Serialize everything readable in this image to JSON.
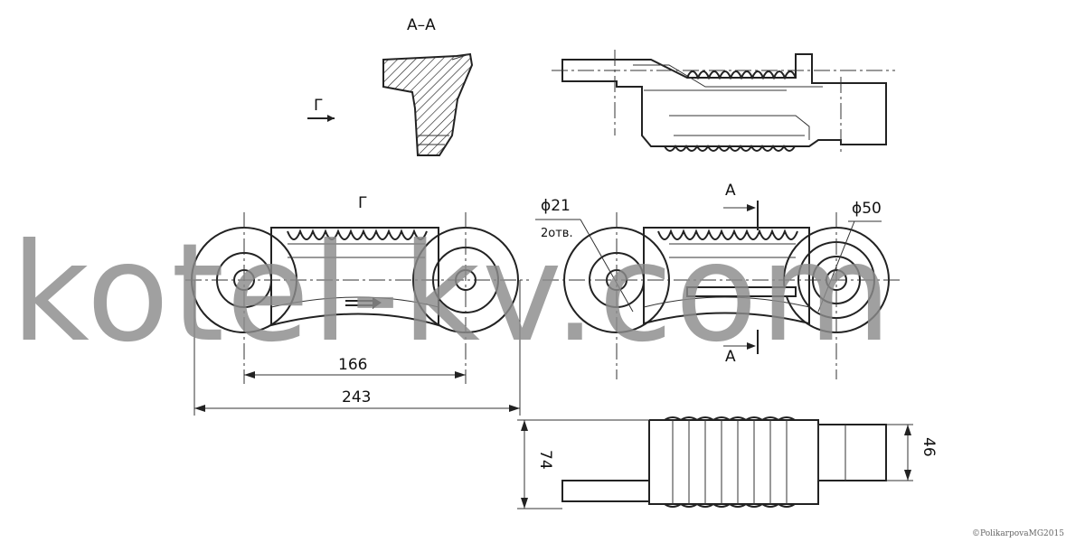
{
  "labels": {
    "section_title": "А–А",
    "view_arrow_top": "Г",
    "view_title": "Г",
    "hole_diameter": "ϕ21",
    "hole_count": "2отв.",
    "boss_diameter": "ϕ50",
    "cut_mark_top": "А",
    "cut_mark_bottom": "А",
    "dim_center_distance": "166",
    "dim_overall_length": "243",
    "dim_height": "74",
    "dim_inner_height": "46"
  },
  "watermark": "kotel-kv.com",
  "copyright": "©PolikarpovaMG2015",
  "colors": {
    "line": "#222222",
    "watermark": "#8c8c8c",
    "background": "#ffffff"
  }
}
